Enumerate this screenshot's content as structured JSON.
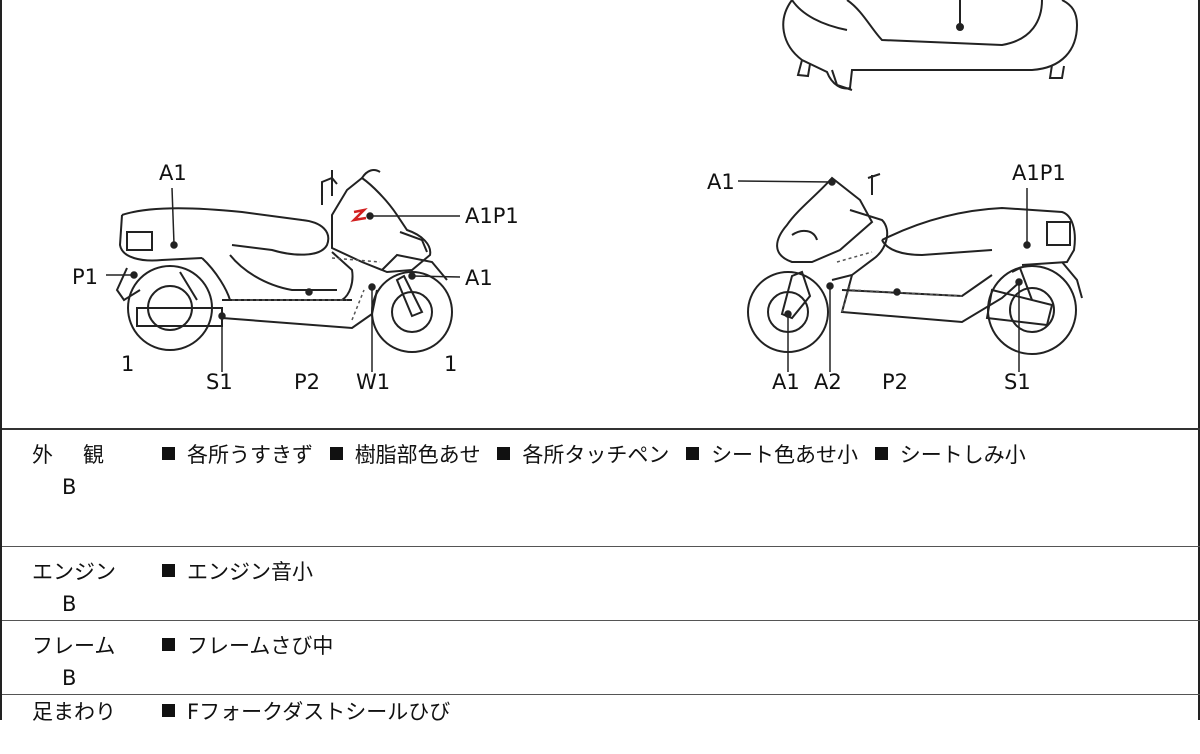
{
  "diagram": {
    "left_view_labels": {
      "a1_top": "A1",
      "a1p1": "A1P1",
      "p1": "P1",
      "a1_right": "A1",
      "num_left": "1",
      "s1": "S1",
      "p2": "P2",
      "w1": "W1",
      "num_right": "1"
    },
    "right_view_labels": {
      "a1_top": "A1",
      "a1p1": "A1P1",
      "a1_bottom": "A1",
      "a2": "A2",
      "p2": "P2",
      "s1": "S1"
    }
  },
  "condition_rows": [
    {
      "category_chars": [
        "外",
        "観"
      ],
      "grade": "B",
      "notes": [
        "各所うすきず",
        "樹脂部色あせ",
        "各所タッチペン",
        "シート色あせ小",
        "シートしみ小"
      ]
    },
    {
      "category": "エンジン",
      "grade": "B",
      "notes": [
        "エンジン音小"
      ]
    },
    {
      "category": "フレーム",
      "grade": "B",
      "notes": [
        "フレームさび中"
      ]
    },
    {
      "category": "足まわり",
      "notes": [
        "Fフォークダストシールひび"
      ]
    }
  ],
  "colors": {
    "damage_mark": "#d22020",
    "line": "#222222",
    "dotted": "#555555"
  }
}
